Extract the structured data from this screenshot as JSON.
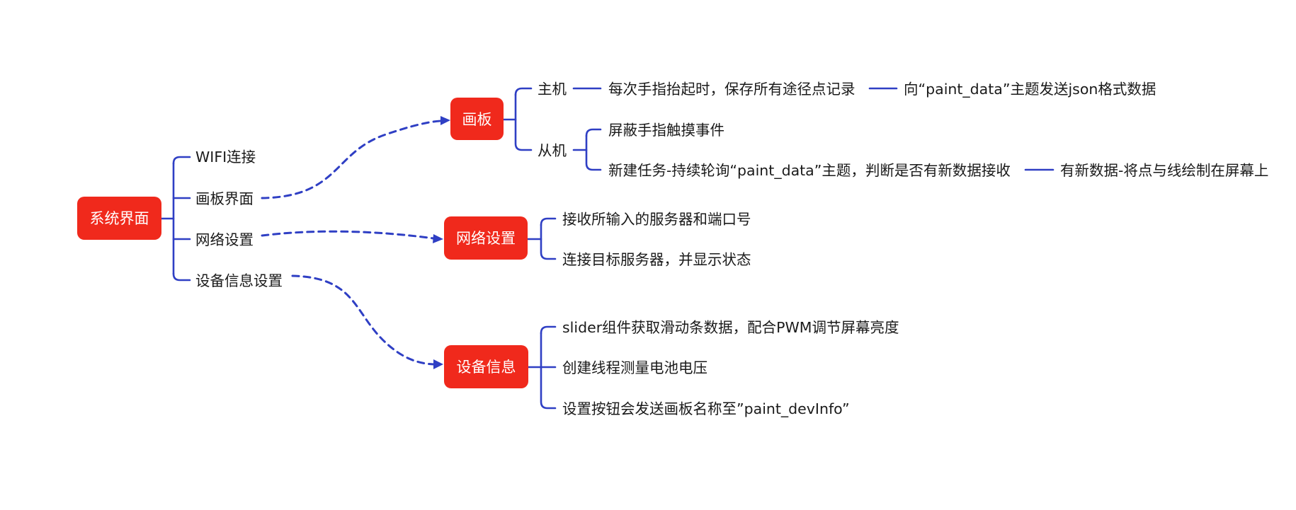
{
  "diagram": {
    "colors": {
      "node": "#f0291c",
      "connector": "#2f3fc4",
      "text": "#1a1a1a"
    },
    "root": {
      "label": "系统界面"
    },
    "branches": [
      {
        "label": "WIFI连接"
      },
      {
        "label": "画板界面"
      },
      {
        "label": "网络设置"
      },
      {
        "label": "设备信息设置"
      }
    ],
    "painter": {
      "label": "画板",
      "host": {
        "label": "主机",
        "step": "每次手指抬起时，保存所有途径点记录",
        "result": "向“paint_data”主题发送json格式数据"
      },
      "slave": {
        "label": "从机",
        "items": [
          {
            "label": "屏蔽手指触摸事件"
          },
          {
            "label": "新建任务-持续轮询“paint_data”主题，判断是否有新数据接收",
            "result": "有新数据-将点与线绘制在屏幕上"
          }
        ]
      }
    },
    "network": {
      "label": "网络设置",
      "items": [
        {
          "label": "接收所输入的服务器和端口号"
        },
        {
          "label": "连接目标服务器，并显示状态"
        }
      ]
    },
    "device": {
      "label": "设备信息",
      "items": [
        {
          "label": "slider组件获取滑动条数据，配合PWM调节屏幕亮度"
        },
        {
          "label": "创建线程测量电池电压"
        },
        {
          "label": "设置按钮会发送画板名称至”paint_devInfo”"
        }
      ]
    }
  }
}
